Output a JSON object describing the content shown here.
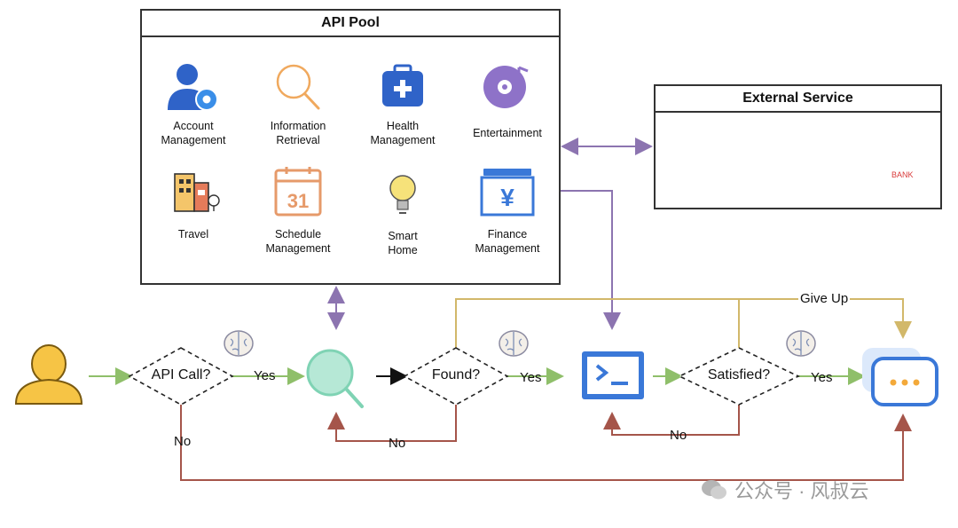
{
  "api_pool": {
    "title": "API Pool",
    "items": [
      {
        "label": "Account\nManagement",
        "icon": "account-gear-icon"
      },
      {
        "label": "Information\nRetrieval",
        "icon": "magnifier-icon"
      },
      {
        "label": "Health\nManagement",
        "icon": "medical-kit-icon"
      },
      {
        "label": "Entertainment",
        "icon": "music-disc-icon"
      },
      {
        "label": "Travel",
        "icon": "buildings-icon"
      },
      {
        "label": "Schedule\nManagement",
        "icon": "calendar-icon"
      },
      {
        "label": "Smart\nHome",
        "icon": "lightbulb-icon"
      },
      {
        "label": "Finance\nManagement",
        "icon": "yen-bill-icon"
      }
    ]
  },
  "external_service": {
    "title": "External Service",
    "bank_label": "BANK"
  },
  "flow": {
    "decision_api_call": "API Call?",
    "decision_found": "Found?",
    "decision_satisfied": "Satisfied?",
    "yes_1": "Yes",
    "yes_2": "Yes",
    "yes_3": "Yes",
    "no_1": "No",
    "no_2": "No",
    "no_3": "No",
    "give_up": "Give Up"
  },
  "watermark": "公众号 · 风叔云",
  "colors": {
    "green_arrow": "#8fbf6a",
    "purple_arrow": "#8c74b0",
    "red_arrow": "#a5554a",
    "gold_arrow": "#d2b86a",
    "blue_accent": "#3a78d8"
  }
}
